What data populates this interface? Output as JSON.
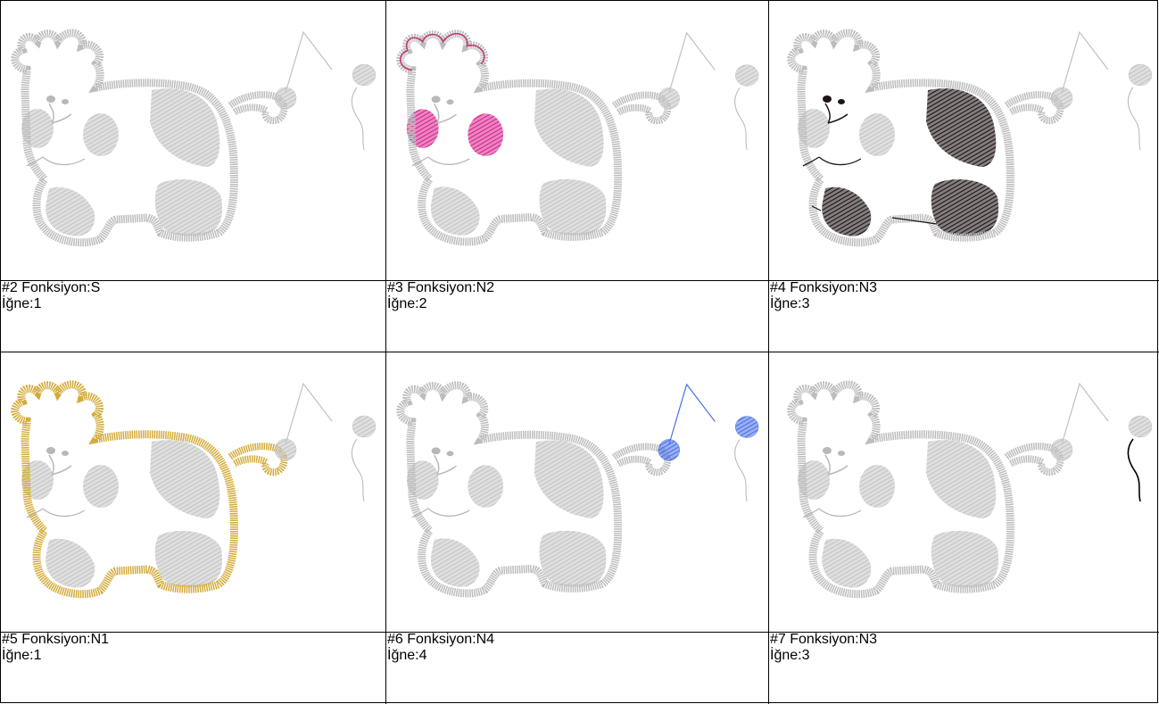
{
  "cells": [
    {
      "title": "#2 Fonksiyon:S",
      "needle": "İğne:1",
      "highlight": "none"
    },
    {
      "title": "#3 Fonksiyon:N2",
      "needle": "İğne:2",
      "highlight": "cheeks"
    },
    {
      "title": "#4 Fonksiyon:N3",
      "needle": "İğne:3",
      "highlight": "spots"
    },
    {
      "title": "#5 Fonksiyon:N1",
      "needle": "İğne:1",
      "highlight": "outline"
    },
    {
      "title": "#6 Fonksiyon:N4",
      "needle": "İğne:4",
      "highlight": "balls"
    },
    {
      "title": "#7 Fonksiyon:N3",
      "needle": "İğne:3",
      "highlight": "string"
    }
  ],
  "colors": {
    "base_gray": "#c4c4c4",
    "outline_gray": "#bdbdbd",
    "pink": "#d8248c",
    "pink_outline": "#c0306e",
    "dark": "#1e1414",
    "gold": "#d4ac3c",
    "blue": "#4a6ee8",
    "border": "#000000"
  }
}
